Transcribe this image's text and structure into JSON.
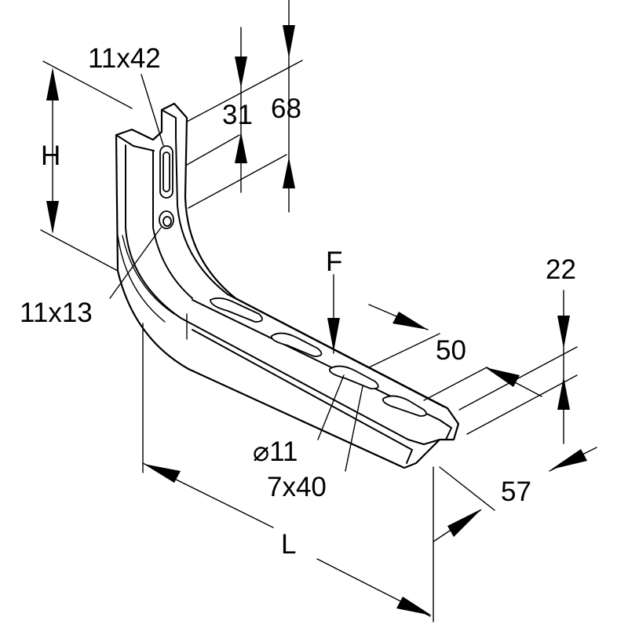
{
  "labels": {
    "slot_top": "11x42",
    "slot_small": "11x13",
    "height": "H",
    "dim_31": "31",
    "dim_68": "68",
    "force": "F",
    "dim_22": "22",
    "dim_50": "50",
    "hole_dia": "⌀11",
    "slot_bottom": "7x40",
    "dim_57": "57",
    "length": "L"
  },
  "colors": {
    "line": "#000000",
    "background": "#ffffff"
  }
}
